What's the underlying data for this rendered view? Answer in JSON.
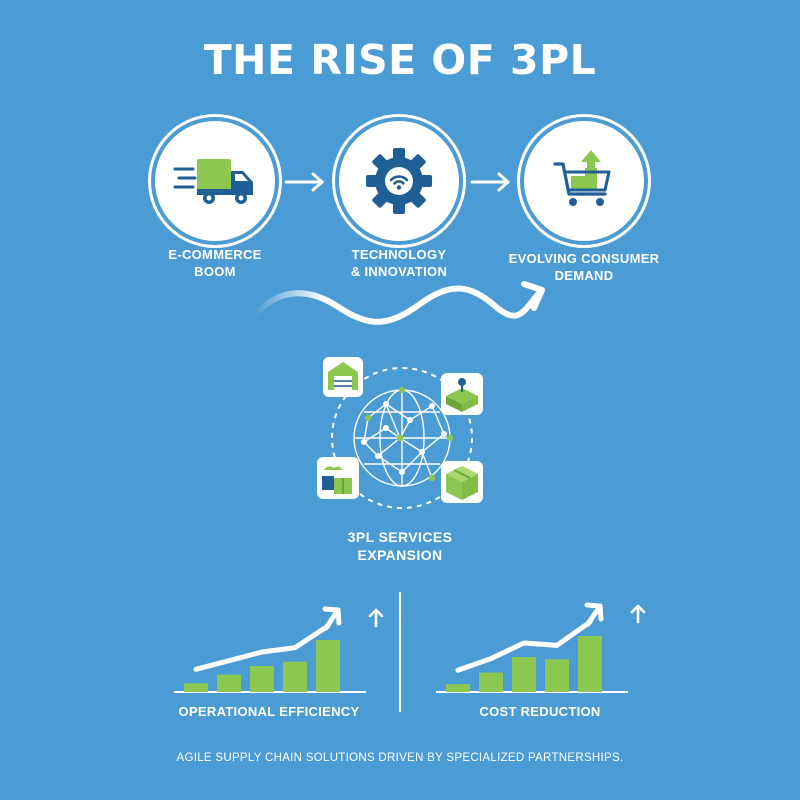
{
  "title": "THE RISE OF 3PL",
  "steps": [
    {
      "line1": "E-COMMERCE",
      "line2": "BOOM",
      "icon": "delivery-truck-icon"
    },
    {
      "line1": "TECHNOLOGY",
      "line2": "& INNOVATION",
      "icon": "gear-wifi-icon"
    },
    {
      "line1": "EVOLVING CONSUMER",
      "line2": "DEMAND",
      "icon": "shopping-cart-icon"
    }
  ],
  "center": {
    "line1": "3PL SERVICES",
    "line2": "EXPANSION",
    "icon": "global-network-icon"
  },
  "charts": [
    {
      "label": "OPERATIONAL EFFICIENCY",
      "trend": "up",
      "bars": [
        1,
        2,
        3,
        3.5,
        6
      ]
    },
    {
      "label": "COST REDUCTION",
      "trend": "up",
      "bars": [
        1,
        2.5,
        4.5,
        4.2,
        7.2
      ]
    }
  ],
  "footer": "AGILE SUPPLY CHAIN SOLUTIONS DRIVEN BY SPECIALIZED PARTNERSHIPS.",
  "colors": {
    "background": "#4b9bd4",
    "accent_green": "#8cc850",
    "icon_blue": "#1f5f96",
    "white": "#ffffff"
  }
}
